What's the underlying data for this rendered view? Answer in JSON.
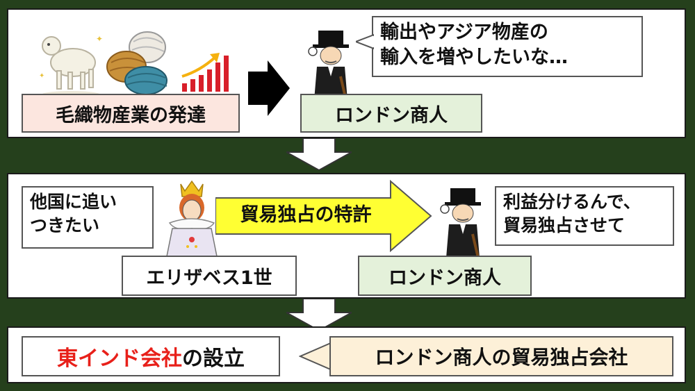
{
  "colors": {
    "background": "#25401c",
    "panel": "#ffffff",
    "pink_box": "#fce6df",
    "mint_box": "#e4f1da",
    "cream_box": "#fdf0d8",
    "highlight_arrow": "#ffff33",
    "accent_red": "#e8201a"
  },
  "panel1": {
    "cause_label": "毛織物産業の発達",
    "merchant_label": "ロンドン商人",
    "speech_line1": "輸出やアジア物産の",
    "speech_line2": "輸入を増やしたいな…"
  },
  "panel2": {
    "queen_speech_line1": "他国に追い",
    "queen_speech_line2": "つきたい",
    "queen_label": "エリザベス1世",
    "arrow_label": "貿易独占の特許",
    "merchant_speech_line1": "利益分けるんで、",
    "merchant_speech_line2": "貿易独占させて",
    "merchant_label": "ロンドン商人"
  },
  "panel3": {
    "company_name": "東インド会社",
    "company_suffix": "の設立",
    "description": "ロンドン商人の貿易独占会社"
  }
}
